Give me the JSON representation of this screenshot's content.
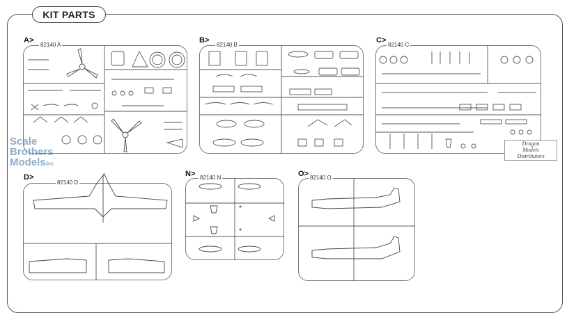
{
  "header": {
    "title": "KIT PARTS"
  },
  "sections": [
    {
      "letter": "A>",
      "code": "82140 A"
    },
    {
      "letter": "B>",
      "code": "82140 B"
    },
    {
      "letter": "C>",
      "code": "82140 C"
    },
    {
      "letter": "D>",
      "code": "82140 D"
    },
    {
      "letter": "N>",
      "code": "82140 N"
    },
    {
      "letter": "O>",
      "code": "82140 O"
    }
  ],
  "watermark": {
    "line1": "Scale",
    "line2": "Brothers",
    "line3": "Models",
    "suffix": "Inc"
  },
  "distributor_logo": {
    "line1": "Dragon",
    "line2": "Models",
    "line3": "Distributors"
  },
  "colors": {
    "frame": "#555555",
    "sprue": "#777777",
    "parts": "#444444",
    "watermark": "#6a92b8"
  }
}
